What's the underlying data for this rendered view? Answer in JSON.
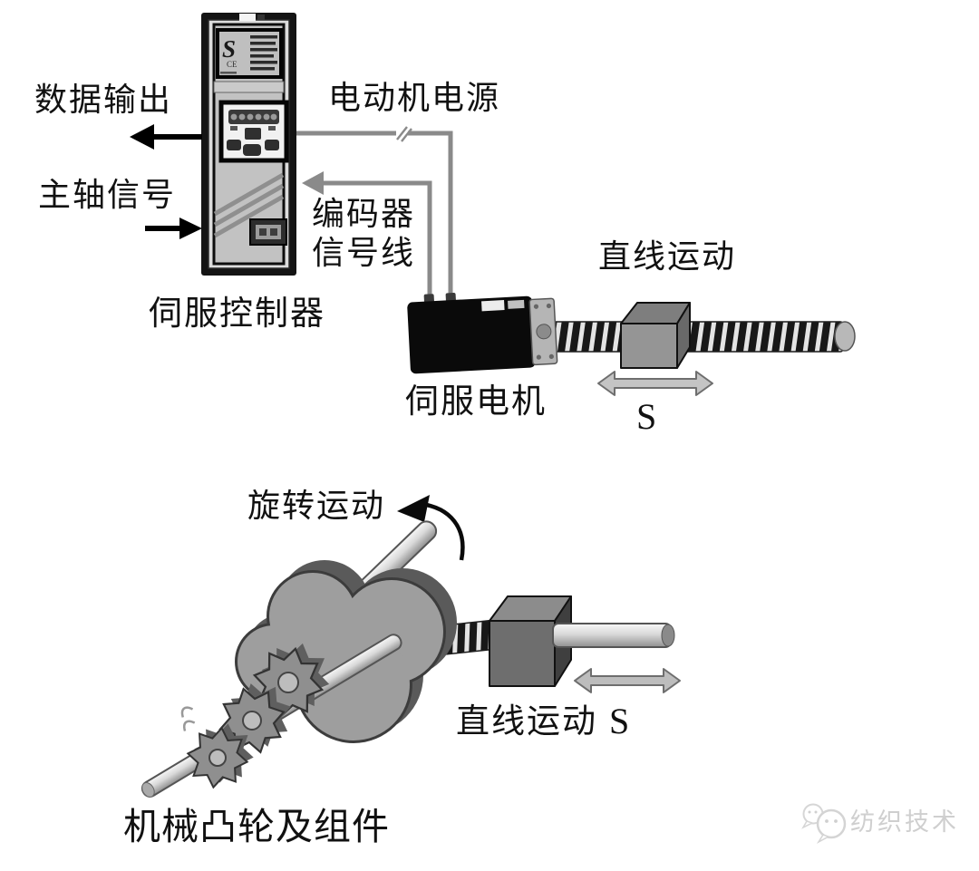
{
  "colors": {
    "background": "#ffffff",
    "text": "#111111",
    "wire_gray": "#8a8a8a",
    "arrow_black": "#000000",
    "metal_light": "#c2c2c2",
    "metal_mid": "#9e9e9e",
    "metal_dark": "#5a5a5a",
    "watermark_gray": "#cfcfcf"
  },
  "top_diagram": {
    "data_output_label": "数据输出",
    "spindle_signal_label": "主轴信号",
    "motor_power_label": "电动机电源",
    "encoder_signal_line_label_line1": "编码器",
    "encoder_signal_line_label_line2": "信号线",
    "controller": {
      "label": "伺服控制器",
      "logo_text": "S",
      "ce_text": "CE"
    },
    "servo_motor_label": "伺服电机",
    "linear_motion_label": "直线运动",
    "stroke_symbol": "S"
  },
  "bottom_diagram": {
    "rotary_motion_label": "旋转运动",
    "linear_motion_label": "直线运动",
    "stroke_symbol": "S",
    "caption": "机械凸轮及组件"
  },
  "watermark": {
    "brand_text": "纺织技术"
  }
}
